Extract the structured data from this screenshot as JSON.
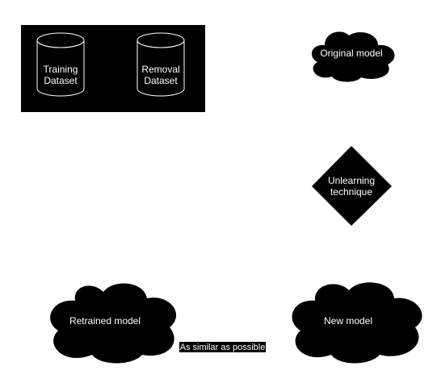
{
  "diagram": {
    "nodes": {
      "training_dataset": {
        "line1": "Training",
        "line2": "Dataset"
      },
      "removal_dataset": {
        "line1": "Removal",
        "line2": "Dataset"
      },
      "original_model": {
        "label": "Original model"
      },
      "unlearning_technique": {
        "line1": "Unlearning",
        "line2": "technique"
      },
      "new_model": {
        "label": "New model"
      },
      "retrained_model": {
        "label": "Retrained model"
      }
    },
    "edges": {
      "similarity_label": "As similar as possible"
    }
  }
}
